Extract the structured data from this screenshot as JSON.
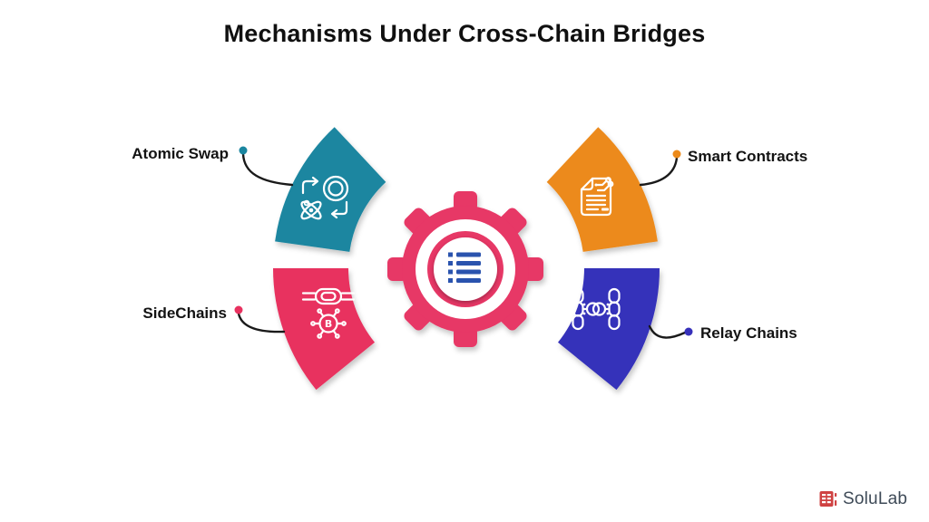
{
  "title": "Mechanisms Under Cross-Chain Bridges",
  "colors": {
    "title_text": "#101010",
    "label_text": "#131313",
    "connector": "#1a1a1a",
    "teal": "#1a86a0",
    "pink": "#e8315f",
    "orange": "#ec8a1a",
    "blue": "#3630ba",
    "gear": "#e73766",
    "list_icon": "#2b53ae",
    "logo_red": "#cf4242",
    "logo_text": "#3e4a57"
  },
  "nodes": [
    {
      "label": "Atomic Swap",
      "color": "#1a86a0",
      "icon": "atom-coin-swap-icon",
      "position": "top-left"
    },
    {
      "label": "Smart Contracts",
      "color": "#ec8a1a",
      "icon": "smart-contract-document-icon",
      "position": "top-right"
    },
    {
      "label": "SideChains",
      "color": "#e8315f",
      "icon": "chain-link-bitcoin-network-icon",
      "position": "bottom-left"
    },
    {
      "label": "Relay Chains",
      "color": "#3630ba",
      "icon": "interlocked-chains-icon",
      "position": "bottom-right"
    }
  ],
  "center": {
    "icon": "gear-with-list-icon"
  },
  "logo": {
    "text": "SoluLab"
  }
}
